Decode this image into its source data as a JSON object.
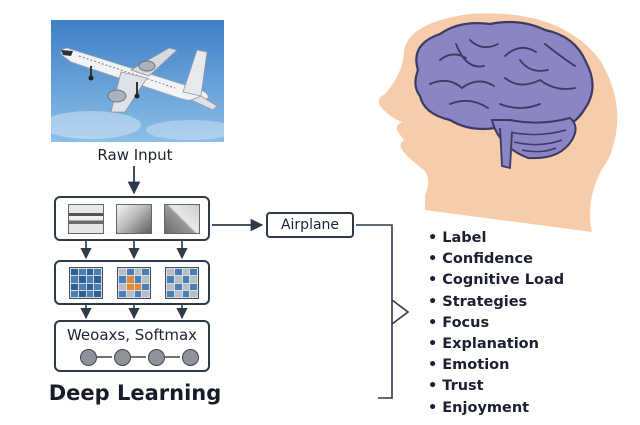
{
  "input": {
    "label": "Raw Input"
  },
  "model": {
    "softmax_label": "Weoaxs, Softmax",
    "title": "Deep Learning"
  },
  "prediction": {
    "label": "Airplane"
  },
  "human_outputs": [
    "Label",
    "Confidence",
    "Cognitive Load",
    "Strategies",
    "Focus",
    "Explanation",
    "Emotion",
    "Trust",
    "Enjoyment"
  ],
  "colors": {
    "stroke": "#2e3a4a",
    "brain": "#8a86c4",
    "skin": "#f6ccaa",
    "grid_blue": "#3a6ea5",
    "grid_orange": "#e0873a",
    "node_gray": "#8e939a"
  }
}
